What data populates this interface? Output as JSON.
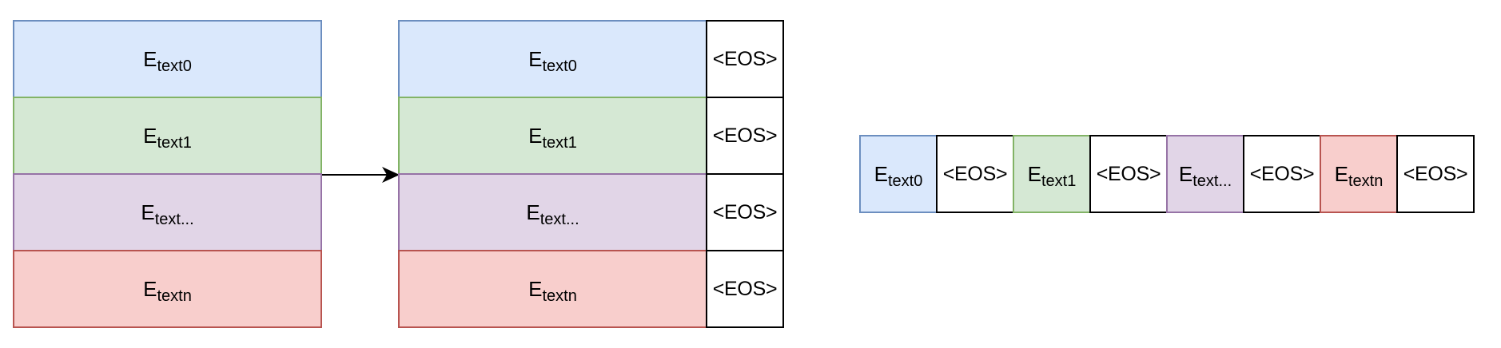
{
  "embedding_base": "E",
  "eos_token": "<EOS>",
  "texts": [
    {
      "suffix": "text0",
      "fill": "#dae8fc",
      "stroke": "#6c8ebf"
    },
    {
      "suffix": "text1",
      "fill": "#d5e8d4",
      "stroke": "#82b366"
    },
    {
      "suffix": "text...",
      "fill": "#e1d5e7",
      "stroke": "#9673a6"
    },
    {
      "suffix": "textn",
      "fill": "#f8cecc",
      "stroke": "#b85450"
    }
  ],
  "arrow_color": "#000000"
}
